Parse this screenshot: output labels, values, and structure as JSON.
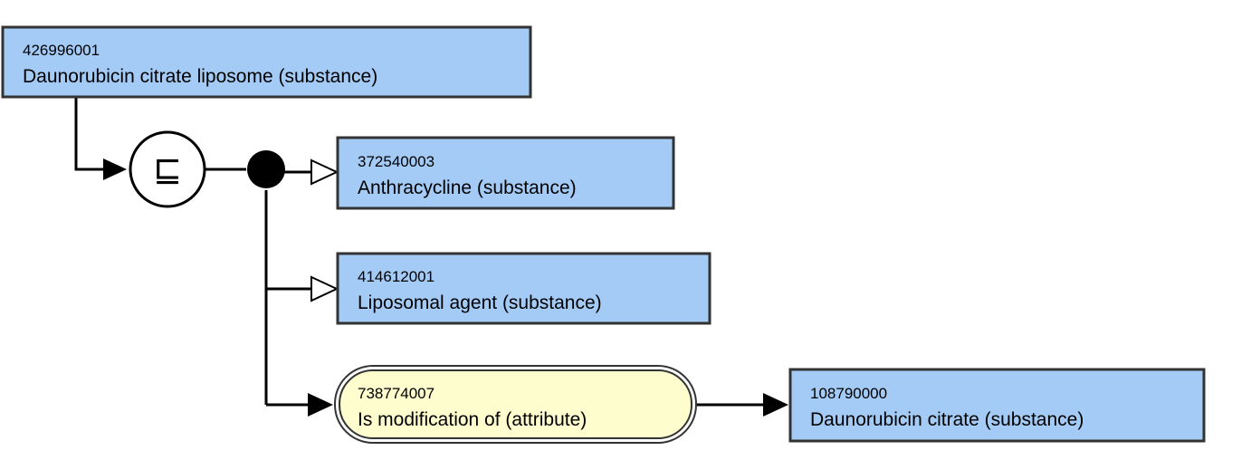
{
  "colors": {
    "concept_fill": "#a3cbf6",
    "attribute_fill": "#fdfdcd",
    "stroke": "#333333",
    "line": "#000000"
  },
  "concepts": {
    "focus": {
      "id": "426996001",
      "term": "Daunorubicin citrate liposome (substance)"
    },
    "parent1": {
      "id": "372540003",
      "term": "Anthracycline (substance)"
    },
    "parent2": {
      "id": "414612001",
      "term": "Liposomal agent (substance)"
    },
    "attribute": {
      "id": "738774007",
      "term": "Is modification of (attribute)"
    },
    "value": {
      "id": "108790000",
      "term": "Daunorubicin citrate (substance)"
    }
  },
  "definition_status": {
    "symbol": "⊑"
  }
}
